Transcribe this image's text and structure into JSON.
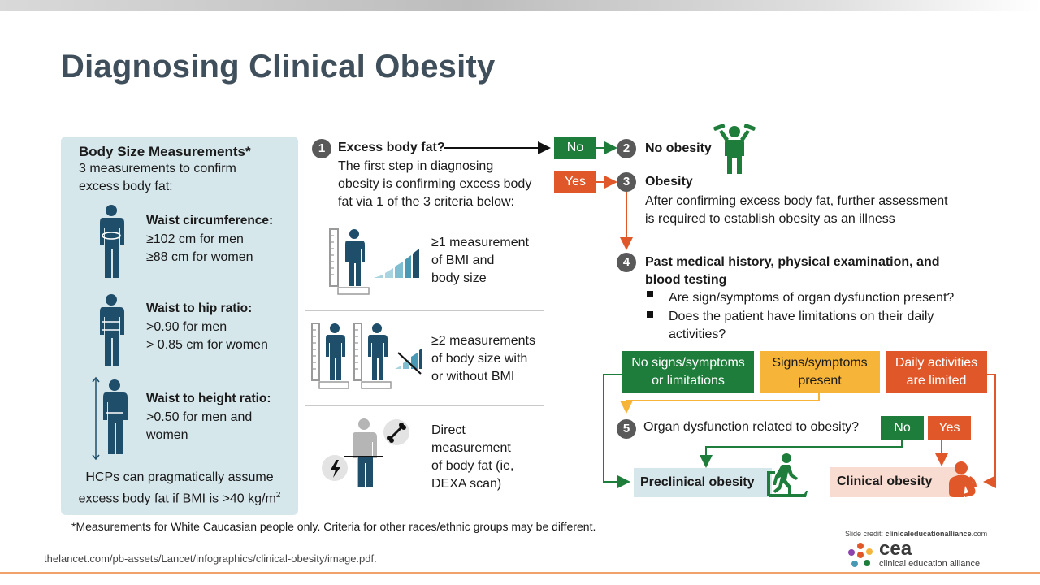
{
  "title": "Diagnosing Clinical Obesity",
  "panel": {
    "heading": "Body Size Measurements*",
    "intro": "3 measurements to confirm excess body fat:",
    "measures": [
      {
        "heading": "Waist circumference:",
        "line1": "≥102 cm for men",
        "line2": "≥88 cm for women"
      },
      {
        "heading": "Waist to hip ratio:",
        "line1": ">0.90 for men",
        "line2": "> 0.85 cm for women"
      },
      {
        "heading": "Waist to height ratio:",
        "line1": ">0.50 for men and",
        "line2": "women"
      }
    ],
    "note_line1": "HCPs can pragmatically assume",
    "note_line2_prefix": "excess body fat if BMI is >40 kg/m",
    "note_superscript": "2"
  },
  "step1": {
    "number": "1",
    "question": "Excess body fat?",
    "desc_line1": "The first step in diagnosing",
    "desc_line2": "obesity is confirming excess body",
    "desc_line3": "fat via 1 of the 3 criteria below:"
  },
  "criteria": [
    {
      "l1": "≥1 measurement",
      "l2": "of BMI and",
      "l3": "body size",
      "l4": ""
    },
    {
      "l1": "≥2 measurements",
      "l2": "of body size with",
      "l3": "or without BMI",
      "l4": ""
    },
    {
      "l1": "Direct",
      "l2": "measurement",
      "l3": "of body fat (ie,",
      "l4": "DEXA scan)"
    }
  ],
  "decision": {
    "no": "No",
    "yes": "Yes"
  },
  "step2": {
    "number": "2",
    "label": "No obesity"
  },
  "step3": {
    "number": "3",
    "label": "Obesity",
    "desc_line1": "After confirming excess body fat, further assessment",
    "desc_line2": "is required to establish obesity as an illness"
  },
  "step4": {
    "number": "4",
    "label_line1": "Past medical history, physical examination, and",
    "label_line2": "blood testing",
    "bullet1": "Are sign/symptoms of organ dysfunction present?",
    "bullet2_line1": "Does the patient have limitations on their daily",
    "bullet2_line2": "activities?"
  },
  "outcomes": {
    "no_signs_l1": "No signs/symptoms",
    "no_signs_l2": "or limitations",
    "signs_l1": "Signs/symptoms",
    "signs_l2": "present",
    "daily_l1": "Daily activities",
    "daily_l2": "are limited"
  },
  "step5": {
    "number": "5",
    "label": "Organ dysfunction related to obesity?",
    "no": "No",
    "yes": "Yes"
  },
  "results": {
    "preclinical": "Preclinical obesity",
    "clinical": "Clinical obesity"
  },
  "footnote": "*Measurements for White Caucasian people only. Criteria for other races/ethnic groups may be different.",
  "source": "thelancet.com/pb-assets/Lancet/infographics/clinical-obesity/image.pdf.",
  "credit": {
    "prefix": "Slide credit: ",
    "site": "clinicaleducationalliance",
    "suffix": ".com",
    "logo_word": "cea",
    "logo_sub": "clinical education alliance"
  },
  "colors": {
    "green": "#1e7d3a",
    "orange": "#e0582a",
    "yellow": "#f6b538",
    "panel": "#d6e7ec",
    "title": "#3f4f5b"
  }
}
